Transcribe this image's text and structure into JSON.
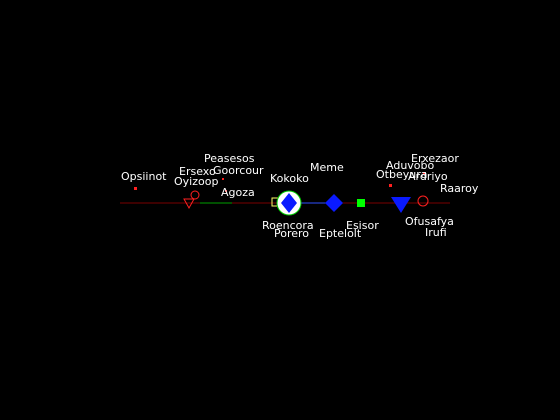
{
  "colors": {
    "background": "#000000",
    "line_main": "#7a0000",
    "line_segment_green": "#00a000",
    "line_segment_blue": "#3050ff",
    "red": "#ff2020",
    "blue": "#0a1aff",
    "green": "#00ff00",
    "yellow": "#ffff66",
    "white": "#ffffff",
    "label": "#ffffff"
  },
  "labels": {
    "opsiinot": "Opsiinot",
    "ersexo": "Ersexo",
    "oyizoop": "Oyizoop",
    "peasesos": "Peasesos",
    "goorcour": "Goorcour",
    "agoza": "Agoza",
    "kokoko": "Kokoko",
    "roencora": "Roencora",
    "porero": "Porero",
    "meme": "Meme",
    "eptelolt": "Eptelolt",
    "esisor": "Esisor",
    "aduvobo": "Aduvobo",
    "otbeyura": "Otbeyura",
    "erxezaor": "Erxezaor",
    "ardriyo": "Ardriyo",
    "raaroy": "Raaroy",
    "ofusafya": "Ofusafya",
    "irufi": "Irufi"
  },
  "icons": {
    "opsiinot": "small-red-square",
    "oyizoop": "red-down-triangle",
    "ersexo": "red-circle",
    "goorcour": "red-dot",
    "agoza": "red-dot",
    "roencora": "yellow-square",
    "kokoko": "white-ring-with-blue-diamond",
    "meme": "blue-diamond",
    "esisor": "green-square",
    "aduvobo": "red-dot",
    "otbeyura": "blue-down-triangle",
    "ardriyo": "red-circle"
  }
}
